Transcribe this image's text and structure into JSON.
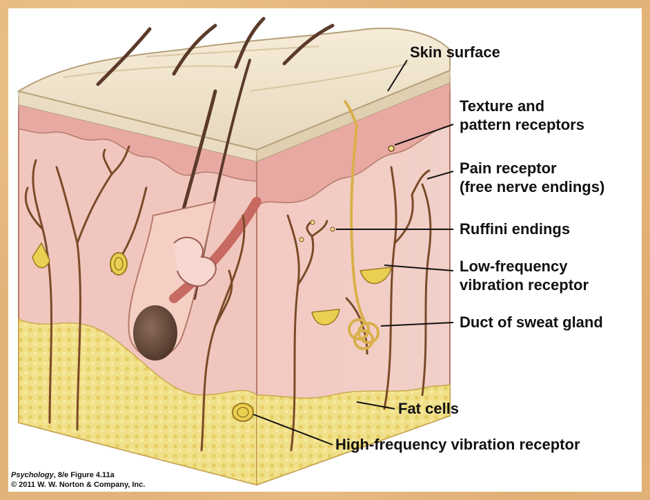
{
  "labels": {
    "skin_surface": "Skin surface",
    "texture_1": "Texture and",
    "texture_2": "pattern receptors",
    "pain_1": "Pain receptor",
    "pain_2": "(free nerve endings)",
    "ruffini": "Ruffini endings",
    "low_freq_1": "Low-frequency",
    "low_freq_2": "vibration receptor",
    "sweat": "Duct of sweat gland",
    "fat": "Fat cells",
    "high_freq": "High-frequency vibration receptor"
  },
  "credit": {
    "book": "Psychology",
    "edition_figure": ", 8/e  Figure 4.11a",
    "copyright": "© 2011 W. W. Norton & Company, Inc."
  },
  "colors": {
    "frame": "#e3b47a",
    "epidermis": "#e9dcc2",
    "dermis": "#f1c6be",
    "fat": "#f1e08a",
    "nerve": "#7a4a28",
    "hair": "#5b3a2a",
    "sweat_duct": "#d9b04a"
  }
}
